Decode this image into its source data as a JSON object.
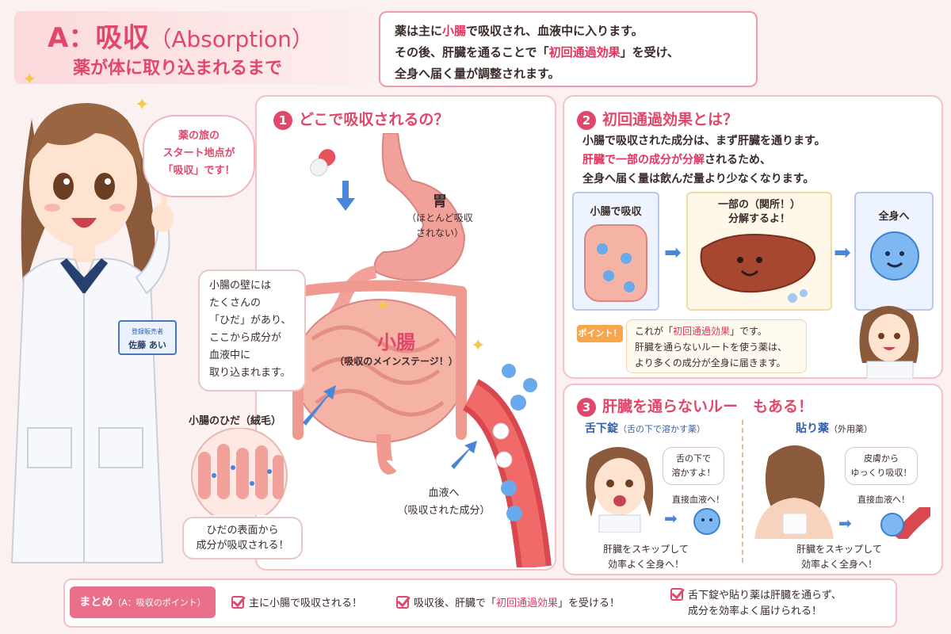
{
  "header": {
    "title_main": "A：吸収",
    "title_en": "（Absorption）",
    "subtitle": "薬が体に取り込まれるまで"
  },
  "intro": {
    "l1_a": "薬は主に",
    "l1_b": "小腸",
    "l1_c": "で吸収され、血液中に入ります。",
    "l2_a": "その後、肝臓を通ることで「",
    "l2_b": "初回通過",
    "l2_c": "効果",
    "l2_d": "」を受け、",
    "l3": "全身へ届く量が調整されます。"
  },
  "character": {
    "badge_org": "登録販売者",
    "badge_name": "佐藤 あい",
    "bubble_l1": "薬の旅の",
    "bubble_l2": "スタート地点が",
    "bubble_l3": "「吸収」です！"
  },
  "panel1": {
    "num": "1",
    "title": "どこで吸収されるの？",
    "stomach": "胃",
    "stomach_note_l1": "（ほとんど吸収",
    "stomach_note_l2": "されない）",
    "small_intestine": "小腸",
    "si_note": "（吸収のメインステージ！）",
    "wall_l1": "小腸の壁には",
    "wall_l2": "たくさんの",
    "wall_l3": "「ひだ」があり、",
    "wall_l4": "ここから成分が",
    "wall_l5": "血液中に",
    "wall_l6": "取り込まれます。",
    "villi_title": "小腸のひだ（絨毛）",
    "villi_l1": "ひだの表面から",
    "villi_l2": "成分が吸収される！",
    "blood_l1": "血液へ",
    "blood_l2": "（吸収された成分）"
  },
  "panel2": {
    "num": "2",
    "title": "初回通過効果とは？",
    "t1": "小腸で吸収された成分は、まず肝臓を通ります。",
    "t2_a": "肝臓で一部の成分が分解",
    "t2_b": "されるため、",
    "t3": "全身へ届く量は飲んだ量より少なくなります。",
    "step1": "小腸で吸収",
    "step2_l1": "一部の（関所！）",
    "step2_l2": "分解するよ！",
    "step3": "全身へ",
    "point_label": "ポイント！",
    "point_l1_a": "これが「",
    "point_l1_b": "初回通過効果",
    "point_l1_c": "」です。",
    "point_l2": "肝臓を通らないルートを使う薬は、",
    "point_l3": "より多くの成分が全身に届きます。"
  },
  "panel3": {
    "num": "3",
    "title": "肝臓を通らないルー　もある！",
    "left_title": "舌下錠",
    "left_sub": "（舌の下で溶かす薬）",
    "left_bubble_l1": "舌の下で",
    "left_bubble_l2": "溶かすよ！",
    "direct": "直接血液へ！",
    "skip_l1": "肝臓をスキップして",
    "skip_l2": "効率よく全身へ！",
    "right_title": "貼り薬",
    "right_sub": "（外用薬）",
    "right_bubble_l1": "皮膚から",
    "right_bubble_l2": "ゆっくり吸収！"
  },
  "summary": {
    "label": "まとめ",
    "label_sub": "（A：吸収のポイント）",
    "item1": "主に小腸で吸収される！",
    "item2_a": "吸収後、肝臓で「",
    "item2_b": "初回通過効果",
    "item2_c": "」を受ける！",
    "item3_l1": "舌下錠や貼り薬は肝臓を通らず、",
    "item3_l2": "成分を効率よく届けられる！"
  },
  "colors": {
    "accent": "#e0476a",
    "highlight": "#e2335e",
    "blue": "#2f5fae"
  }
}
